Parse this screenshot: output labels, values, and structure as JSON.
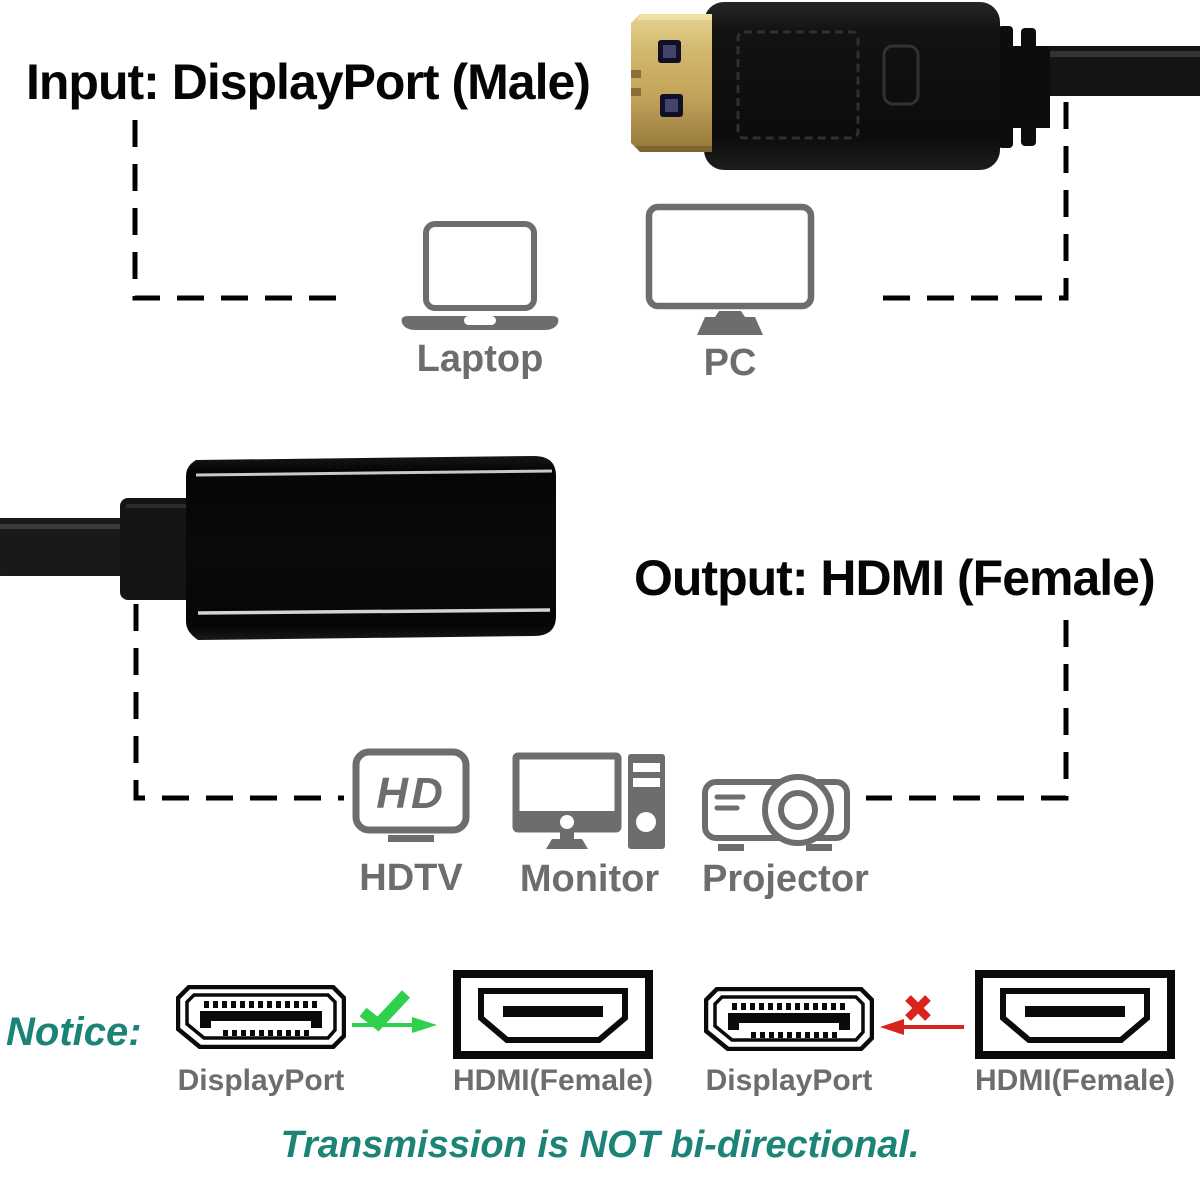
{
  "titles": {
    "input": "Input: DisplayPort (Male)",
    "output": "Output: HDMI (Female)"
  },
  "devices": {
    "sources": [
      {
        "label": "Laptop",
        "icon": "laptop-icon"
      },
      {
        "label": "PC",
        "icon": "pc-icon"
      }
    ],
    "outputs": [
      {
        "label": "HDTV",
        "icon": "hdtv-icon",
        "badge": "HD"
      },
      {
        "label": "Monitor",
        "icon": "monitor-icon"
      },
      {
        "label": "Projector",
        "icon": "projector-icon"
      }
    ]
  },
  "notice": {
    "label": "Notice:",
    "pairs": [
      {
        "left": "DisplayPort",
        "right": "HDMI(Female)",
        "mark": "check",
        "arrow": "right"
      },
      {
        "left": "DisplayPort",
        "right": "HDMI(Female)",
        "mark": "x",
        "arrow": "left"
      }
    ],
    "footer": "Transmission is NOT bi-directional."
  },
  "colors": {
    "accent_teal": "#1b8477",
    "icon_gray": "#6d6d6d",
    "check_green": "#2fd14c",
    "cross_red": "#d8231f",
    "connector_gold": "#c9ab5e",
    "line_black": "#000000"
  }
}
